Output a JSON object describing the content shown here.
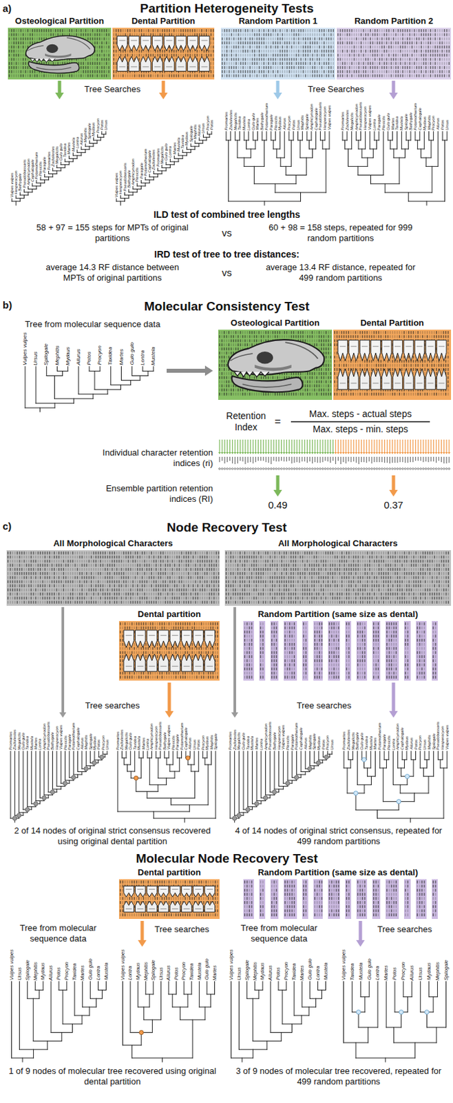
{
  "diagram": {
    "nodes": [
      {
        "text": [
          "Osteological Partition"
        ]
      },
      {
        "text": [
          "Dental Partition"
        ]
      },
      {
        "text": [
          "Random Partition 1"
        ]
      },
      {
        "text": [
          "Random Partition 2"
        ]
      },
      {
        "text": [
          "Osteological Partition"
        ]
      },
      {
        "text": [
          "Dental Partition"
        ]
      },
      {
        "text": [
          "All Morphological Characters"
        ]
      },
      {
        "text": [
          "Dental partition"
        ]
      },
      {
        "text": [
          "All Morphological Characters"
        ]
      },
      {
        "text": [
          "Random Partition (same size as dental)"
        ]
      },
      {
        "text": [
          "Dental partition"
        ]
      },
      {
        "text": [
          "Random Partition (same size as dental)"
        ]
      }
    ],
    "labels": [
      "a)",
      "Partition Heterogeneity Tests",
      "Tree Searches",
      "Tree Searches",
      "Vulpes vulpes",
      "Hesperocyon",
      "Bathygale",
      "Pseudobassaris",
      "Amphicynodon",
      "Cephalogale",
      "Potamotherium",
      "Plesictis",
      "Paragale",
      "Promartes",
      "Zodiolestes",
      "Megalictis",
      "Gulo gulo",
      "Taxidea",
      "Martes",
      "Mustela",
      "Lontra",
      "Ailurus",
      "Mephitis",
      "Spilogale",
      "Mydaus",
      "Procyon",
      "Potos",
      "Ursus",
      "Vulpes vulpes",
      "Hesperocyon",
      "Pseudobassaris",
      "Bathygale",
      "Amphicynodon",
      "Plesictis",
      "Paragale",
      "Potamotherium",
      "Cephalogale",
      "Zodiolestes",
      "Promartes",
      "Megalictis",
      "Gulo gulo",
      "Lontra",
      "Martes",
      "Mustela",
      "Taxidea",
      "Mydaus",
      "Spilogale",
      "Mephitis",
      "Ailurus",
      "Ursus",
      "Procyon",
      "Potos",
      "Promartes",
      "Zodiolestes",
      "Megalictis",
      "Taxidea",
      "Mustela",
      "Lontra",
      "Gulo gulo",
      "Martes",
      "Bathygale",
      "Potamotherium",
      "Paragale",
      "Plesictis",
      "Mydaus",
      "Ailurus",
      "Procyon",
      "Potos",
      "Ursus",
      "Mephitis",
      "Spilogale",
      "Amphicynodon",
      "Cephalogale",
      "Pseudobassaris",
      "Hesperocyon",
      "Vulpes vulpes",
      "Promartes",
      "Zodiolestes",
      "Megalictis",
      "Amphicynodon",
      "Pseudobassaris",
      "Hesperocyon",
      "Vulpes vulpes",
      "Lontra",
      "Paragale",
      "Plesictis",
      "Gulo gulo",
      "Martes",
      "Taxidea",
      "Mustela",
      "Spilogale",
      "Bathygale",
      "Potamotherium",
      "Cephalogale",
      "Mydaus",
      "Mephitis",
      "Procyon",
      "Ailurus",
      "Potos",
      "Ursus",
      "ILD test of combined tree lengths",
      "58 + 97 = 155 steps for MPTs of original partitions",
      "vs",
      "60 + 98 = 158 steps, repeated for 999 random partitions",
      "IRD test of tree to tree distances:",
      "average 14.3 RF distance between MPTs of original partitions",
      "vs",
      "average 13.4 RF distance, repeated for 499 random partitions",
      "b)",
      "Molecular Consistency Test",
      "Tree from molecular sequence data",
      "Vulpes vulpes",
      "Ursus",
      "Spilogale",
      "Mephitis",
      "Mydaus",
      "Ailurus",
      "Potos",
      "Procyon",
      "Taxidea",
      "Martes",
      "Gulo gulo",
      "Lontra",
      "Mustela",
      "Retention Index",
      "=",
      "Max. steps - actual steps",
      "Max. steps - min. steps",
      "Individual character retention indices (ri)",
      "Ensemble partition retention indices (RI)",
      "0.49",
      "0.37",
      "c)",
      "Node Recovery Test",
      "Tree searches",
      "Tree searches",
      "Promartes",
      "Zodiolestes",
      "Megalictis",
      "Gulo gulo",
      "Taxidea",
      "Mustela",
      "Martes",
      "Lontra",
      "Amphicynodon",
      "Pseudobassaris",
      "Bathygale",
      "Hesperocyon",
      "Vulpes vulpes",
      "Plesictis",
      "Paragale",
      "Potamotherium",
      "Cephalogale",
      "Ailurus",
      "Mephitis",
      "Spilogale",
      "Mydaus",
      "Potos",
      "Procyon",
      "Ursus",
      "Promartes",
      "Zodiolestes",
      "Megalictis",
      "Gulo gulo",
      "Taxidea",
      "Mustela",
      "Martes",
      "Lontra",
      "Amphicynodon",
      "Hesperocyon",
      "Pseudobassaris",
      "Bathygale",
      "Vulpes vulpes",
      "Plesictis",
      "Paragale",
      "Potamotherium",
      "Cephalogale",
      "Ailurus",
      "Ursus",
      "Potos",
      "Procyon",
      "Mydaus",
      "Mephitis",
      "Spilogale",
      "Promartes",
      "Zodiolestes",
      "Megalictis",
      "Gulo gulo",
      "Taxidea",
      "Mustela",
      "Martes",
      "Lontra",
      "Amphicynodon",
      "Pseudobassaris",
      "Bathygale",
      "Hesperocyon",
      "Vulpes vulpes",
      "Plesictis",
      "Paragale",
      "Potamotherium",
      "Cephalogale",
      "Ailurus",
      "Mephitis",
      "Spilogale",
      "Mydaus",
      "Potos",
      "Procyon",
      "Ursus",
      "Promartes",
      "Zodiolestes",
      "Megalictis",
      "Bathygale",
      "Gulo gulo",
      "Taxidea",
      "Mustela",
      "Martes",
      "Potamotherium",
      "Paragale",
      "Plesictis",
      "Lontra",
      "Amphicynodon",
      "Cephalogale",
      "Mydaus",
      "Ailurus",
      "Potos",
      "Procyon",
      "Ursus",
      "Mephitis",
      "Spilogale",
      "Pseudobassaris",
      "Hesperocyon",
      "Vulpes vulpes",
      "2 of 14 nodes of original strict consensus recovered using original dental partition",
      "4 of 14 nodes of original strict consensus, repeated for 499 random partitions",
      "Molecular Node Recovery Test",
      "Tree from molecular sequence data",
      "Tree searches",
      "Tree from molecular sequence data",
      "Tree searches",
      "Vulpes vulpes",
      "Ursus",
      "Spilogale",
      "Mephitis",
      "Mydaus",
      "Ailurus",
      "Potos",
      "Procyon",
      "Taxidea",
      "Martes",
      "Gulo gulo",
      "Lontra",
      "Mustela",
      "Vulpes vulpes",
      "Lontra",
      "Mydaus",
      "Mephitis",
      "Spilogale",
      "Ursus",
      "Ailurus",
      "Potos",
      "Procyon",
      "Taxidea",
      "Mustela",
      "Gulo gulo",
      "Martes",
      "Vulpes vulpes",
      "Ursus",
      "Spilogale",
      "Mephitis",
      "Mydaus",
      "Ailurus",
      "Potos",
      "Procyon",
      "Taxidea",
      "Martes",
      "Gulo gulo",
      "Lontra",
      "Mustela",
      "Vulpes vulpes",
      "Taxidea",
      "Mustela",
      "Gulo gulo",
      "Lontra",
      "Martes",
      "Potos",
      "Procyon",
      "Ailurus",
      "Ursus",
      "Mydaus",
      "Mephitis",
      "Spilogale",
      "1 of 9 nodes of molecular tree recovered using original dental partition",
      "3 of 9 nodes of molecular tree recovered, repeated for 499 random partitions"
    ]
  }
}
